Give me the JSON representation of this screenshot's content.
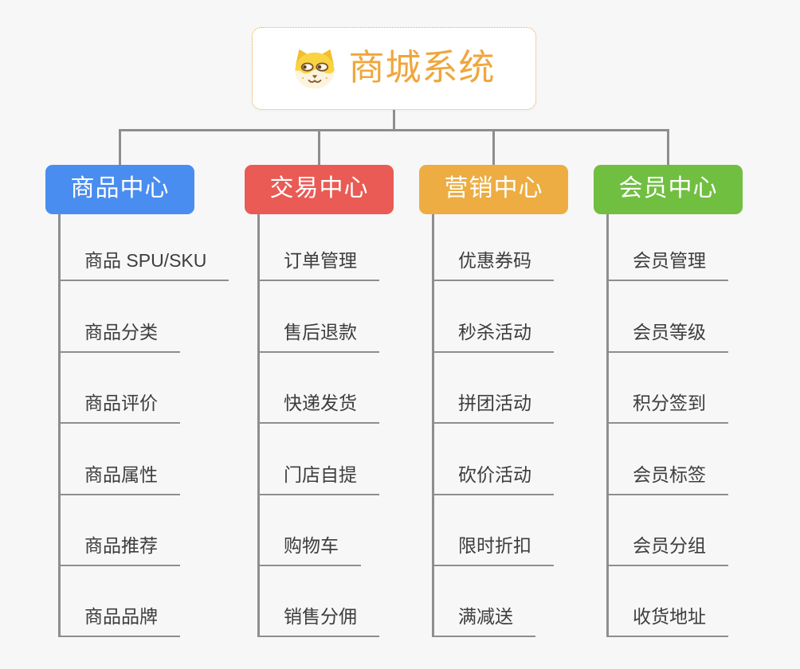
{
  "canvas": {
    "background": "#F7F7F7",
    "line_color": "#8E8E8E",
    "item_text_color": "#3D3D3D"
  },
  "root": {
    "title": "商城系统",
    "icon": "shiba-dog-icon",
    "text_color": "#F0A63C",
    "border_color": "#F2A53C"
  },
  "branches": [
    {
      "label": "商品中心",
      "color": "#4A8DF0",
      "items": [
        "商品 SPU/SKU",
        "商品分类",
        "商品评价",
        "商品属性",
        "商品推荐",
        "商品品牌"
      ]
    },
    {
      "label": "交易中心",
      "color": "#E95B54",
      "items": [
        "订单管理",
        "售后退款",
        "快递发货",
        "门店自提",
        "购物车",
        "销售分佣"
      ]
    },
    {
      "label": "营销中心",
      "color": "#EDAD42",
      "items": [
        "优惠券码",
        "秒杀活动",
        "拼团活动",
        "砍价活动",
        "限时折扣",
        "满减送"
      ]
    },
    {
      "label": "会员中心",
      "color": "#71BF41",
      "items": [
        "会员管理",
        "会员等级",
        "积分签到",
        "会员标签",
        "会员分组",
        "收货地址"
      ]
    }
  ]
}
